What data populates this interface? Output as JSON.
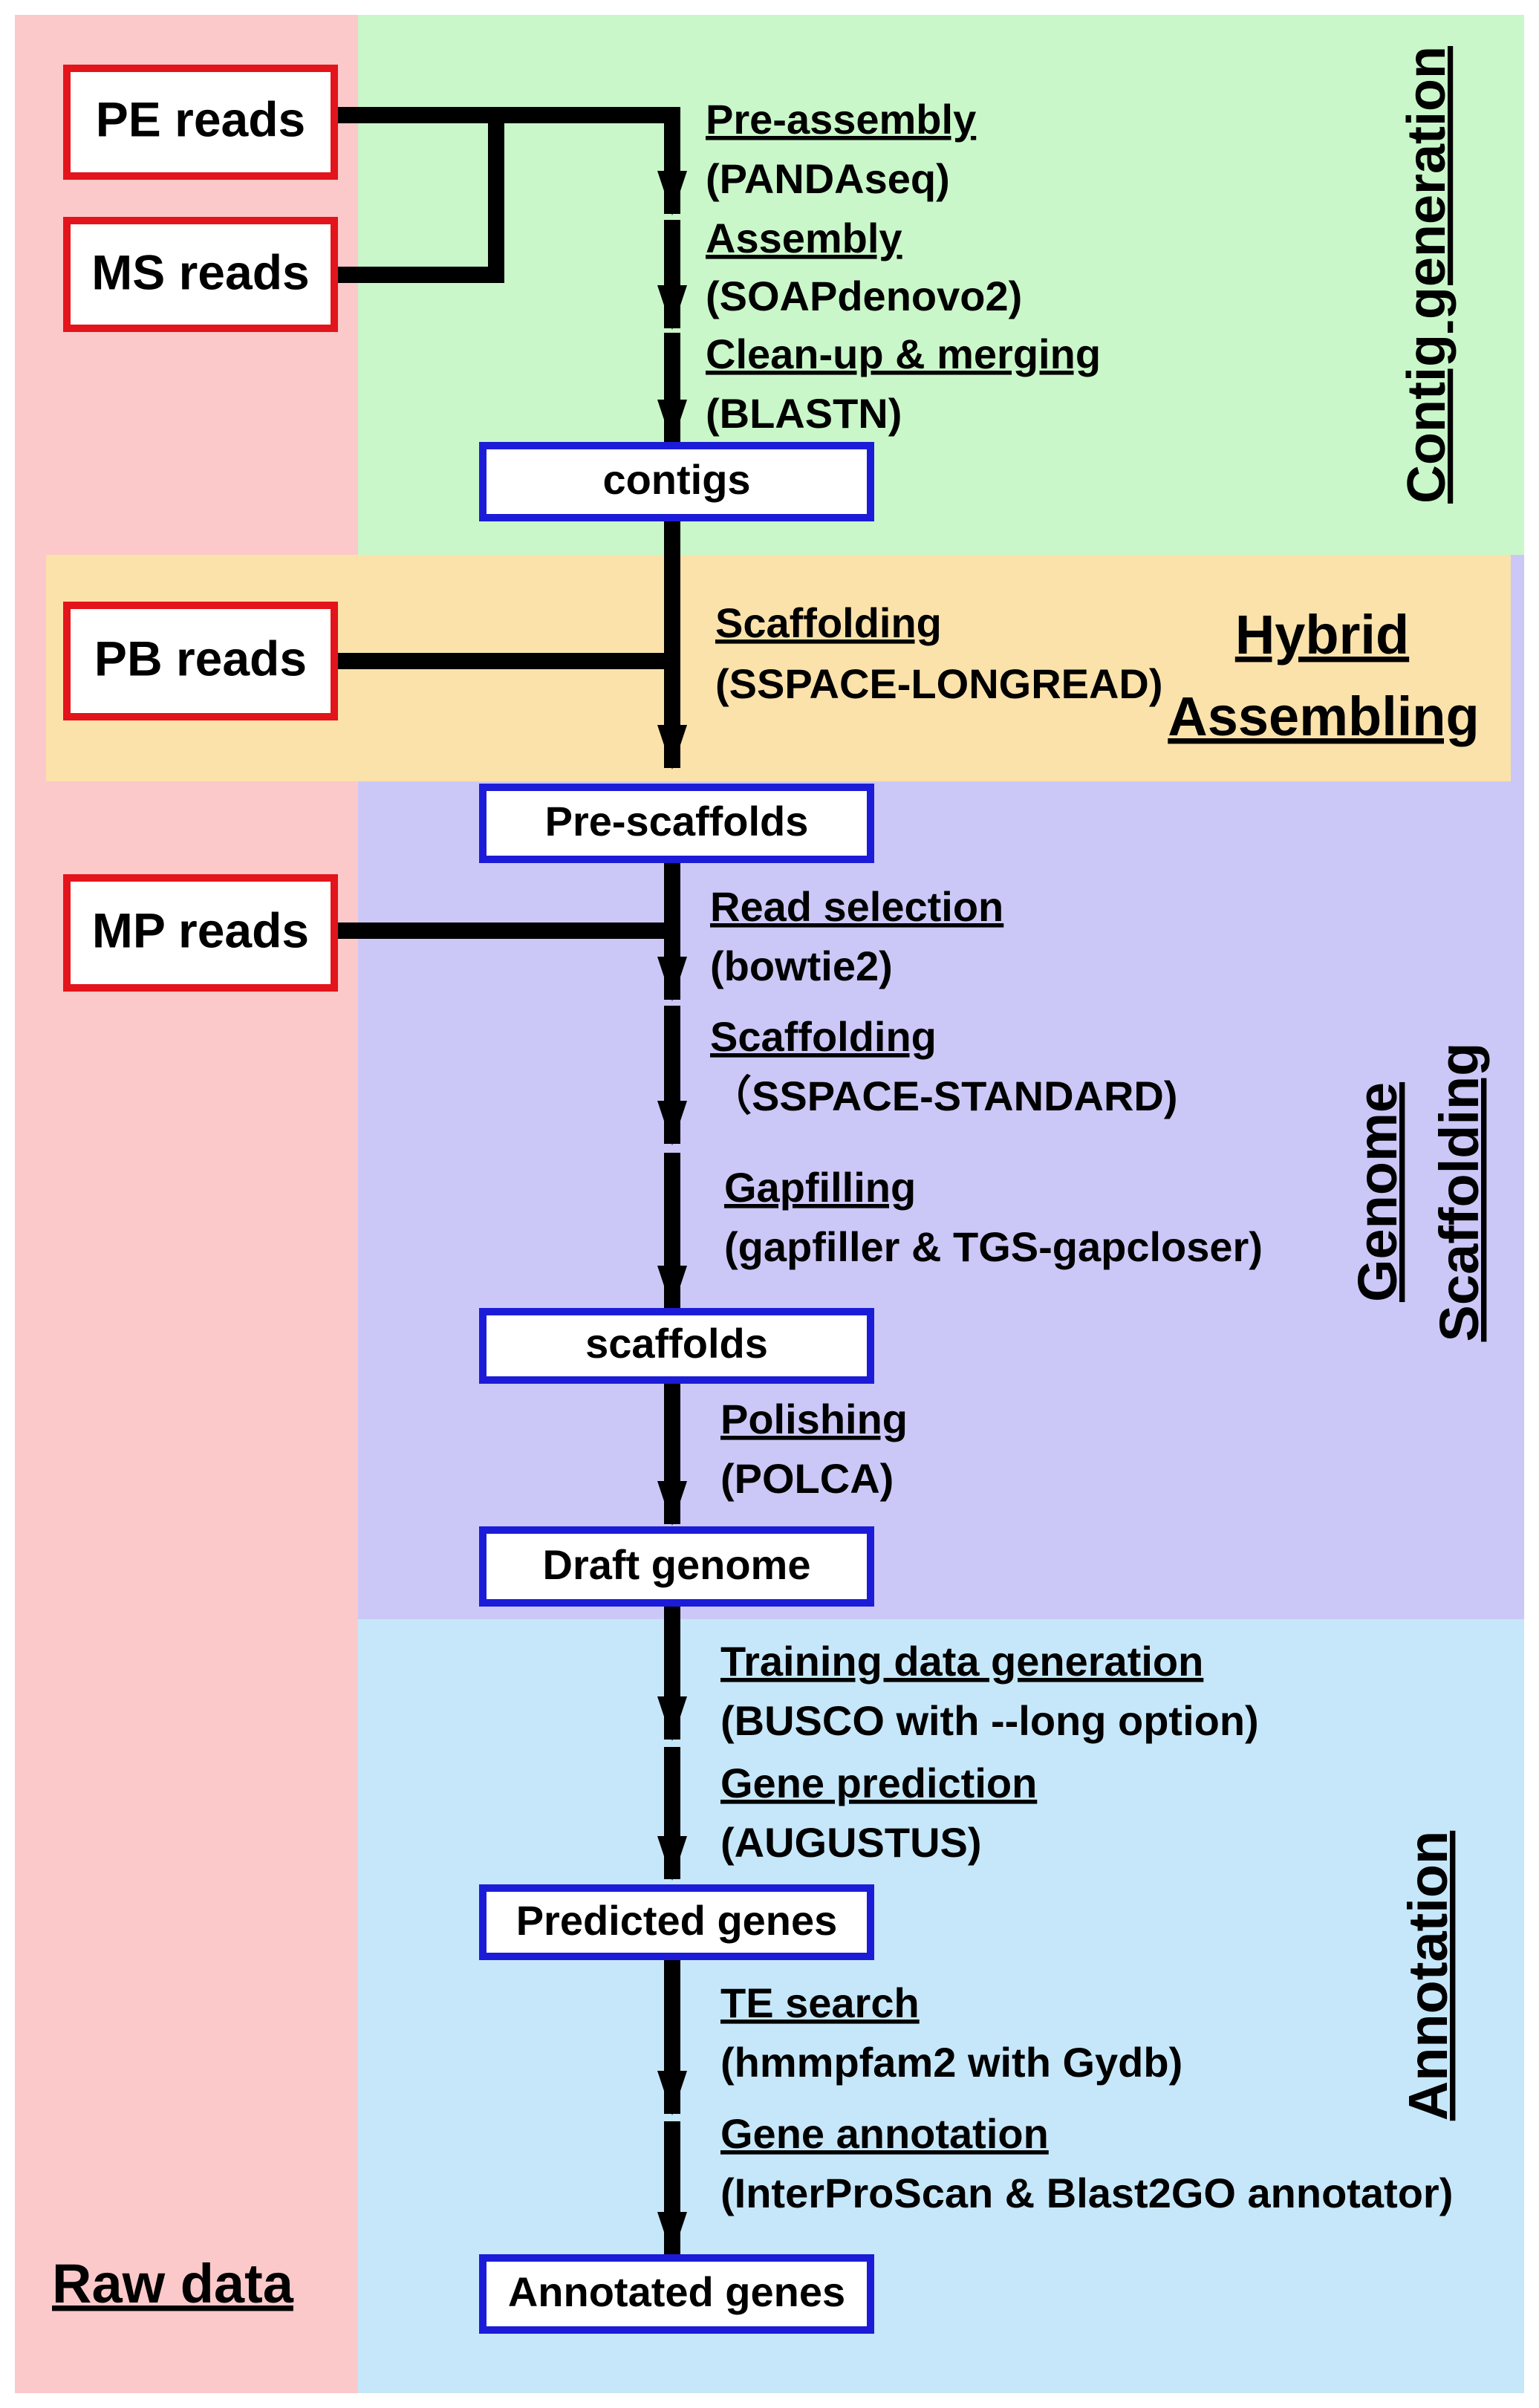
{
  "sections": {
    "raw_data": "Raw data",
    "contig_generation": "Contig generation",
    "hybrid_line1": "Hybrid",
    "hybrid_line2": "Assembling",
    "genome_line1": "Genome",
    "genome_line2": "Scaffolding",
    "annotation": "Annotation"
  },
  "inputs": {
    "pe": "PE reads",
    "ms": "MS reads",
    "pb": "PB reads",
    "mp": "MP reads"
  },
  "products": {
    "contigs": "contigs",
    "pre_scaffolds": "Pre-scaffolds",
    "scaffolds": "scaffolds",
    "draft_genome": "Draft genome",
    "predicted_genes": "Predicted genes",
    "annotated_genes": "Annotated genes"
  },
  "steps": [
    {
      "title": "Pre-assembly",
      "tool": "(PANDAseq)"
    },
    {
      "title": "Assembly",
      "tool": "(SOAPdenovo2)"
    },
    {
      "title": "Clean-up & merging",
      "tool": "(BLASTN)"
    },
    {
      "title": "Scaffolding",
      "tool": "(SSPACE-LONGREAD)"
    },
    {
      "title": "Read selection",
      "tool": "(bowtie2)"
    },
    {
      "title": "Scaffolding",
      "tool": "（SSPACE-STANDARD)"
    },
    {
      "title": "Gapfilling",
      "tool": "(gapfiller & TGS-gapcloser)"
    },
    {
      "title": "Polishing",
      "tool": "(POLCA)"
    },
    {
      "title": "Training data generation",
      "tool": "(BUSCO with --long option)"
    },
    {
      "title": "Gene prediction",
      "tool": "(AUGUSTUS)"
    },
    {
      "title": "TE search",
      "tool": "(hmmpfam2 with Gydb)"
    },
    {
      "title": "Gene annotation",
      "tool": "(InterProScan & Blast2GO annotator)"
    }
  ],
  "colors": {
    "raw_data_bg": "#FBC9C9",
    "contig_bg": "#C9F7C9",
    "hybrid_bg": "#FBE2AB",
    "scaffolding_bg": "#CBC8F7",
    "annotation_bg": "#C6E7F9",
    "input_border": "#E3141B",
    "product_border": "#1C1CD8",
    "arrow": "#000000"
  }
}
